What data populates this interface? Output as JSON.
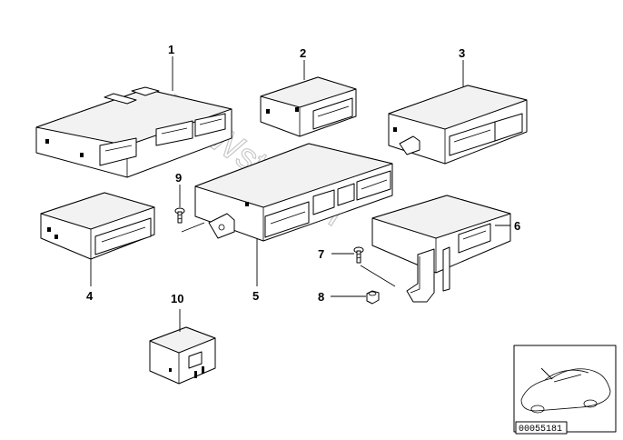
{
  "labels": {
    "l1": "1",
    "l2": "2",
    "l3": "3",
    "l4": "4",
    "l5": "5",
    "l6": "6",
    "l7": "7",
    "l8": "8",
    "l9": "9",
    "l10": "10"
  },
  "watermark": "BMWstore.pl",
  "reference_code": "00055181"
}
